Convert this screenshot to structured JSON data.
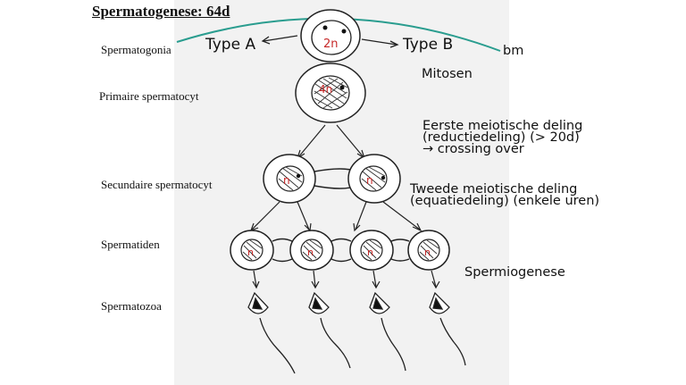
{
  "title": "Spermatogenese: 64d",
  "stages": [
    "Spermatogonia",
    "Primaire spermatocyt",
    "Secundaire spermatocyt",
    "Spermatiden",
    "Spermatozoa"
  ],
  "labels": {
    "type_a": "Type A",
    "type_b": "Type B",
    "bm": "bm",
    "mitosen": "Mitosen",
    "meiose1_line1": "Eerste meiotische deling",
    "meiose1_line2": "(reductiedeling) (> 20d)",
    "meiose1_line3": "→ crossing over",
    "meiose2_line1": "Tweede meiotische deling",
    "meiose2_line2": "(equatiedeling) (enkele uren)",
    "spermiogenese": "Spermiogenese"
  },
  "cell_labels": {
    "spermatogonium": "2n",
    "primary": "4n",
    "haploid": "n"
  },
  "colors": {
    "membrane_line": "#2a9d8f",
    "red_text": "#c62828",
    "panel": "#f2f2f2"
  }
}
